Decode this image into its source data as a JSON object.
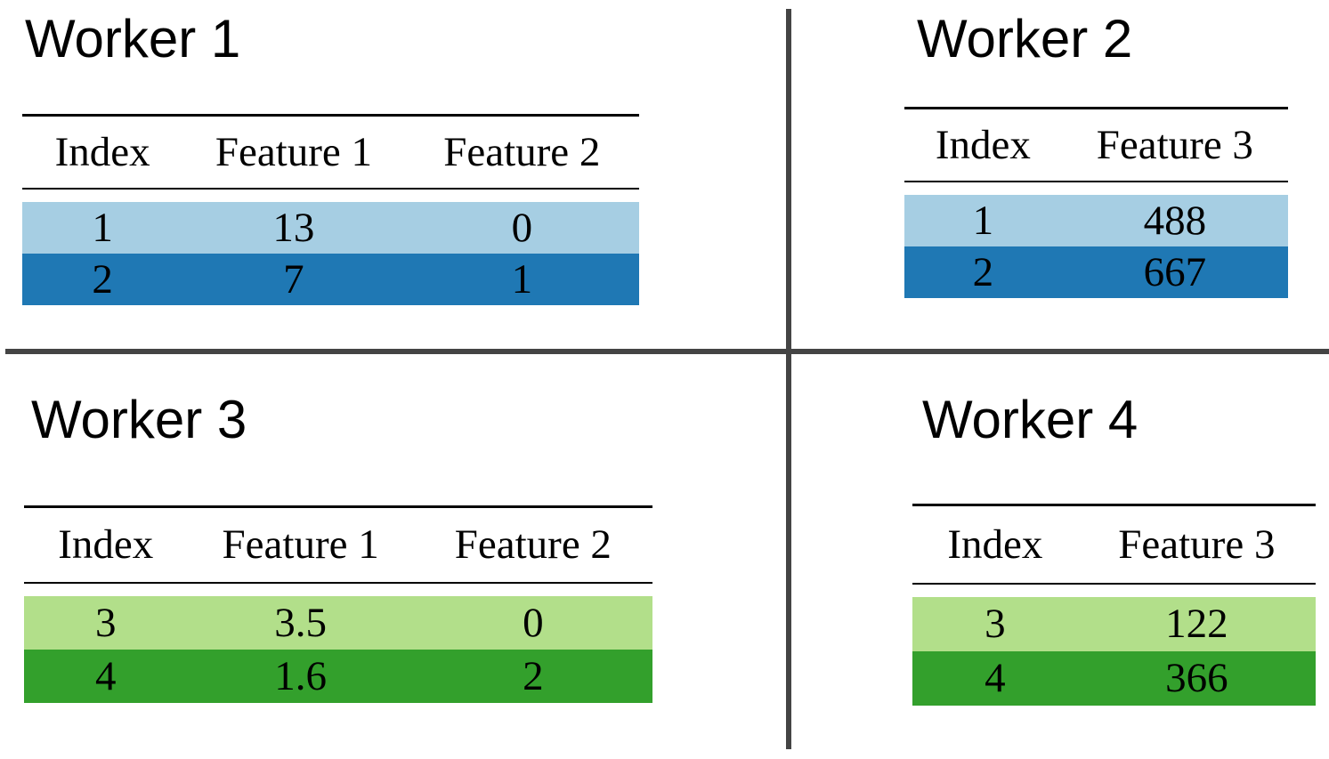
{
  "colors": {
    "divider": "#444444",
    "light_blue": "#a6cee3",
    "dark_blue": "#1f78b4",
    "light_green": "#b2df8a",
    "dark_green": "#33a02c"
  },
  "workers": [
    {
      "title": "Worker 1",
      "headers": [
        "Index",
        "Feature 1",
        "Feature 2"
      ],
      "rows": [
        {
          "color": "light_blue",
          "cells": [
            "1",
            "13",
            "0"
          ]
        },
        {
          "color": "dark_blue",
          "cells": [
            "2",
            "7",
            "1"
          ]
        }
      ]
    },
    {
      "title": "Worker 2",
      "headers": [
        "Index",
        "Feature 3"
      ],
      "rows": [
        {
          "color": "light_blue",
          "cells": [
            "1",
            "488"
          ]
        },
        {
          "color": "dark_blue",
          "cells": [
            "2",
            "667"
          ]
        }
      ]
    },
    {
      "title": "Worker 3",
      "headers": [
        "Index",
        "Feature 1",
        "Feature 2"
      ],
      "rows": [
        {
          "color": "light_green",
          "cells": [
            "3",
            "3.5",
            "0"
          ]
        },
        {
          "color": "dark_green",
          "cells": [
            "4",
            "1.6",
            "2"
          ]
        }
      ]
    },
    {
      "title": "Worker 4",
      "headers": [
        "Index",
        "Feature 3"
      ],
      "rows": [
        {
          "color": "light_green",
          "cells": [
            "3",
            "122"
          ]
        },
        {
          "color": "dark_green",
          "cells": [
            "4",
            "366"
          ]
        }
      ]
    }
  ]
}
